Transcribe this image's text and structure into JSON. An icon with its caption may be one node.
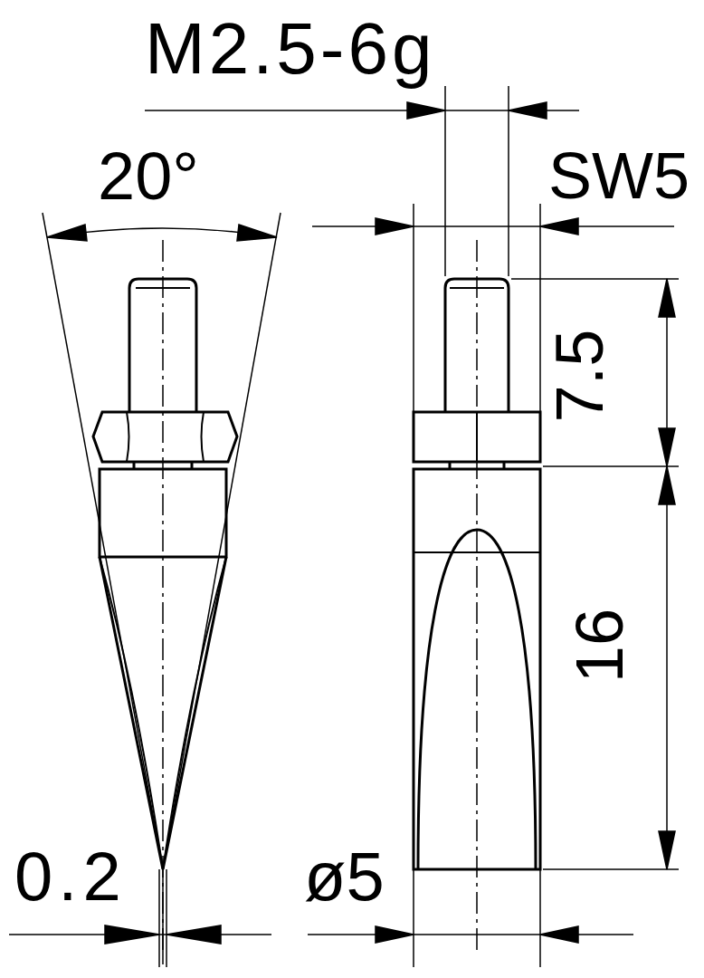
{
  "diagram": {
    "labels": [
      "M2.5-6g",
      "20°",
      "SW5",
      "7.5",
      "16",
      "0.2",
      "ø5"
    ]
  }
}
